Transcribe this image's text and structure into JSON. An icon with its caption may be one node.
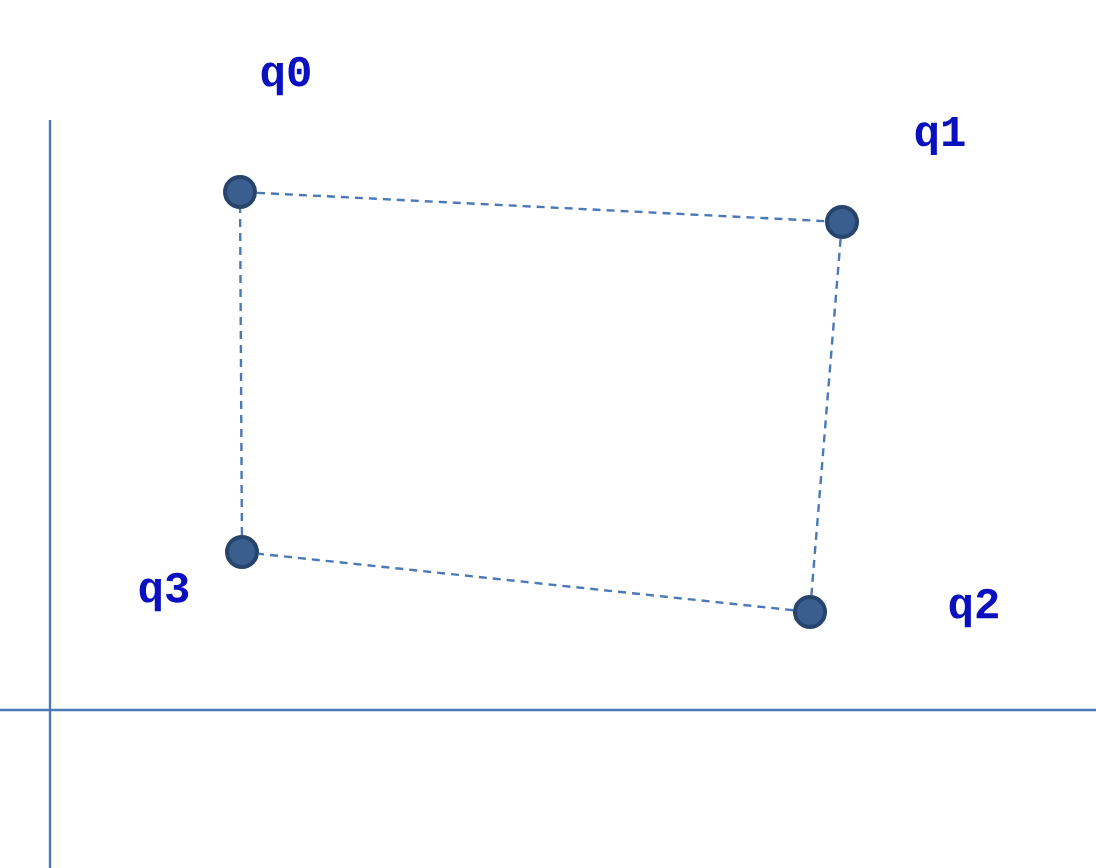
{
  "diagram": {
    "nodes": [
      {
        "text": [
          "q0"
        ]
      },
      {
        "text": [
          "q1"
        ]
      },
      {
        "text": [
          "q2"
        ]
      },
      {
        "text": [
          "q3"
        ]
      }
    ],
    "edges": [
      {
        "from": 0,
        "to": 1,
        "arrow": "none",
        "style": "dashed"
      },
      {
        "from": 1,
        "to": 2,
        "arrow": "none",
        "style": "dashed"
      },
      {
        "from": 2,
        "to": 3,
        "arrow": "none",
        "style": "dashed"
      },
      {
        "from": 3,
        "to": 0,
        "arrow": "none",
        "style": "dashed"
      }
    ]
  }
}
